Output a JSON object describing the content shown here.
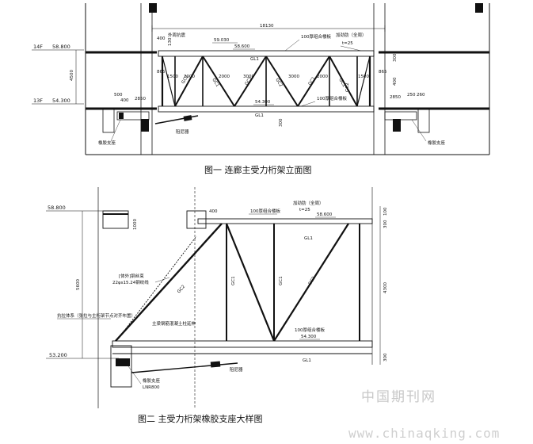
{
  "figure1": {
    "caption": "图一 连廊主受力桁架立面图",
    "span": "18130",
    "levels": [
      {
        "floor": "14F",
        "elevation": "58.800"
      },
      {
        "floor": "13F",
        "elevation": "54.300"
      }
    ],
    "storey_height": "4500",
    "top_chord_elev": "59.030",
    "mid_elev": "58.600",
    "bottom_elev": "54.300",
    "top_slab_note": "100厚组合楼板",
    "stiffener_note": "加劲肋（全周）",
    "stiffener_thk": "t=25",
    "bottom_slab_note": "100厚组合楼板",
    "chord_top": "GL1",
    "chord_bottom": "GL1",
    "panel_widths": [
      "1500",
      "2000",
      "2000",
      "3000",
      "3000",
      "2000",
      "1500"
    ],
    "dims_left": [
      "500",
      "400",
      "2850"
    ],
    "dims_right": [
      "2850",
      "250",
      "260"
    ],
    "dims_misc": [
      "400",
      "130",
      "865",
      "300",
      "865",
      "400",
      "300"
    ],
    "members": [
      "GC2",
      "GC1",
      "GC1",
      "GC2",
      "GC1",
      "GC1",
      "GC2"
    ],
    "notes": {
      "left_top": "外周抗震",
      "left_bearing": "橡胶支座",
      "damper": "阻尼器",
      "right_bearing": "橡胶支座"
    }
  },
  "figure2": {
    "caption": "图二 主受力桁架橡胶支座大样图",
    "levels": [
      {
        "elevation": "58.800"
      },
      {
        "elevation": "53.200"
      }
    ],
    "height_left": "5600",
    "height_right": "4300",
    "dims_right": [
      "100",
      "300",
      "300"
    ],
    "dim_top": "400",
    "dim_1000": "1000",
    "top_elev": "58.600",
    "bottom_elev": "54.300",
    "top_slab_note": "100厚组合楼板",
    "stiffener_note": "加劲肋（全周）",
    "stiffener_thk": "t=25",
    "bottom_slab_note": "100厚组合楼板",
    "chord": "GL1",
    "chord_bottom": "GL1",
    "members": [
      "GC2",
      "GC1",
      "GC1",
      "GC2"
    ],
    "cable_note": "[体外]钢丝束",
    "cable_spec": "22φs15.24钢绞线",
    "beam_note": "主梁钢筋混凝土柱延伸",
    "left_note": "抗拉体系（张拉与主桁架节点对齐布置）",
    "bearing_name": "橡胶支座",
    "bearing_model": "LNR800",
    "damper_note": "阻尼器"
  },
  "watermark": {
    "cn": "中国期刊网",
    "url": "www.chinaqking.com"
  }
}
